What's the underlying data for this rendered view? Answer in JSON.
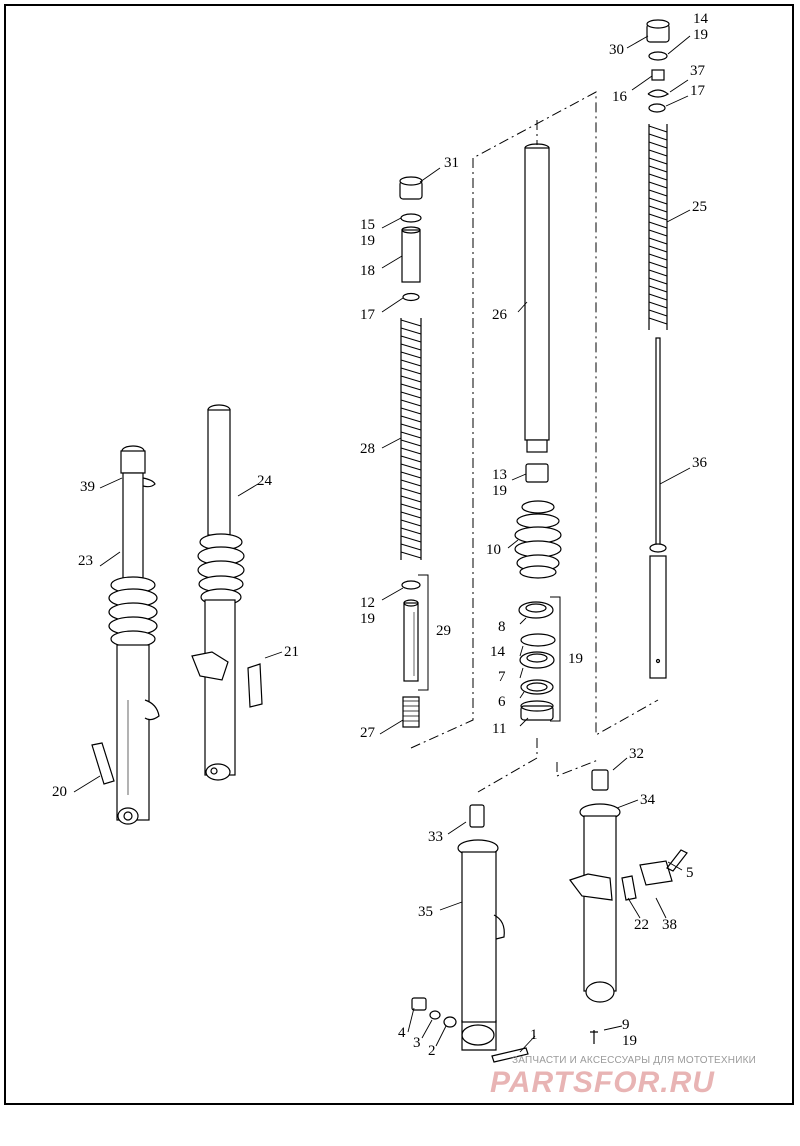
{
  "diagram": {
    "callouts": [
      "1",
      "2",
      "3",
      "4",
      "5",
      "6",
      "7",
      "8",
      "9",
      "10",
      "11",
      "12",
      "13",
      "14",
      "15",
      "16",
      "17",
      "18",
      "19",
      "20",
      "21",
      "22",
      "23",
      "24",
      "25",
      "26",
      "27",
      "28",
      "29",
      "30",
      "31",
      "32",
      "33",
      "34",
      "35",
      "36",
      "37",
      "38",
      "39"
    ],
    "parts": [
      "oil-seal-cap",
      "upper-washer",
      "spacer",
      "spring-seat",
      "fork-spring-left",
      "damper-rod",
      "rebound-spring",
      "fork-tube",
      "bushing",
      "dust-boot",
      "seal-stack",
      "fork-cap",
      "fork-spring-right",
      "damper-rod-long",
      "slider-left",
      "slider-right",
      "axle-bolt",
      "drain-screw",
      "fork-assembly-left",
      "fork-assembly-right",
      "reflector",
      "clamp-bracket"
    ]
  },
  "watermark": {
    "caption": "ЗАПЧАСТИ И АКСЕССУАРЫ ДЛЯ МОТОТЕХНИКИ",
    "logo": "PARTSFOR.RU"
  }
}
